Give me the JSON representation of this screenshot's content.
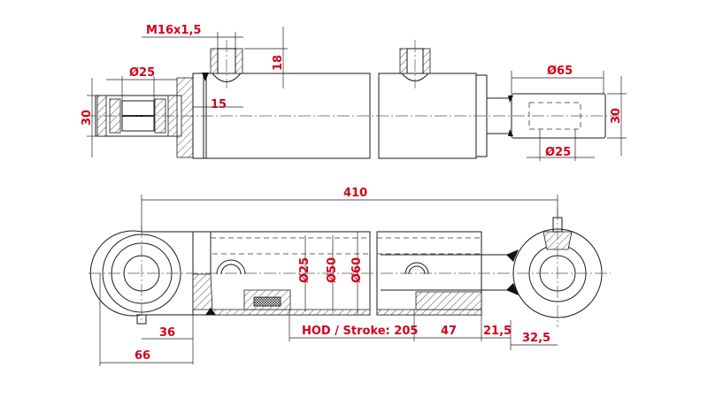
{
  "drawing": {
    "title": "Hydraulic cylinder dimensional drawing",
    "label_color": "#d0021b",
    "line_color": "#1a1a1a",
    "top_view": {
      "port_thread": "M16x1,5",
      "port_height": "18",
      "port_offset": "15",
      "rear_eye_bore": "Ø25",
      "rear_eye_width": "30",
      "rod_end_length": "Ø65",
      "rod_end_bore": "Ø25",
      "rod_end_width": "30"
    },
    "side_view": {
      "overall_length": "410",
      "rod_diameter": "Ø25",
      "bore_diameter": "Ø50",
      "tube_outer_diameter": "Ø60",
      "stroke": "HOD / Stroke: 205",
      "gland_length": "47",
      "rod_to_eye": "21,5",
      "eye_radius_rod": "32,5",
      "eye_to_base": "36",
      "eye_outer_to_base": "66"
    }
  }
}
